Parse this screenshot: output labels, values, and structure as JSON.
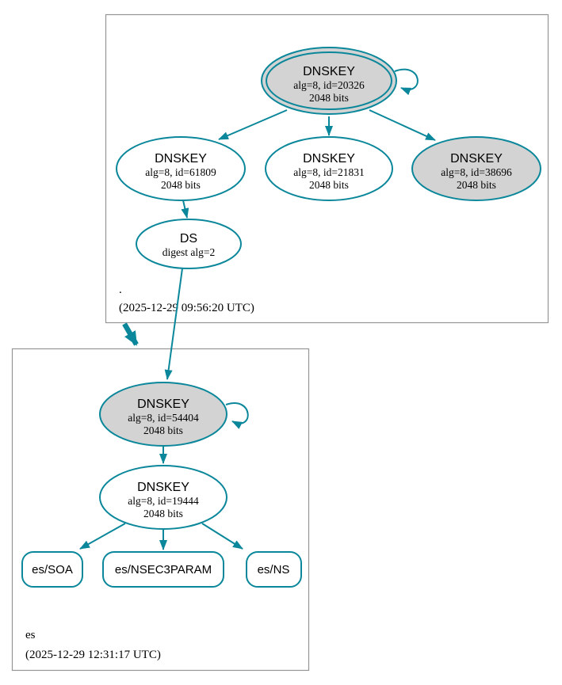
{
  "colors": {
    "edge_teal": "#0a879a",
    "node_fill_gray": "#d3d3d3",
    "node_fill_white": "#ffffff",
    "zone_box_border": "#969696",
    "text": "#000000",
    "background": "#ffffff"
  },
  "zones": [
    {
      "name": ".",
      "timestamp": "(2025-12-29 09:56:20 UTC)"
    },
    {
      "name": "es",
      "timestamp": "(2025-12-29 12:31:17 UTC)"
    }
  ],
  "nodes": {
    "ksk_root": {
      "title": "DNSKEY",
      "detail1": "alg=8, id=20326",
      "detail2": "2048 bits"
    },
    "zsk_61809": {
      "title": "DNSKEY",
      "detail1": "alg=8, id=61809",
      "detail2": "2048 bits"
    },
    "zsk_21831": {
      "title": "DNSKEY",
      "detail1": "alg=8, id=21831",
      "detail2": "2048 bits"
    },
    "key_38696": {
      "title": "DNSKEY",
      "detail1": "alg=8, id=38696",
      "detail2": "2048 bits"
    },
    "ds_es": {
      "title": "DS",
      "detail1": "digest alg=2"
    },
    "ksk_es": {
      "title": "DNSKEY",
      "detail1": "alg=8, id=54404",
      "detail2": "2048 bits"
    },
    "zsk_es": {
      "title": "DNSKEY",
      "detail1": "alg=8, id=19444",
      "detail2": "2048 bits"
    },
    "rrset_soa": {
      "label": "es/SOA"
    },
    "rrset_nsec3param": {
      "label": "es/NSEC3PARAM"
    },
    "rrset_ns": {
      "label": "es/NS"
    }
  }
}
